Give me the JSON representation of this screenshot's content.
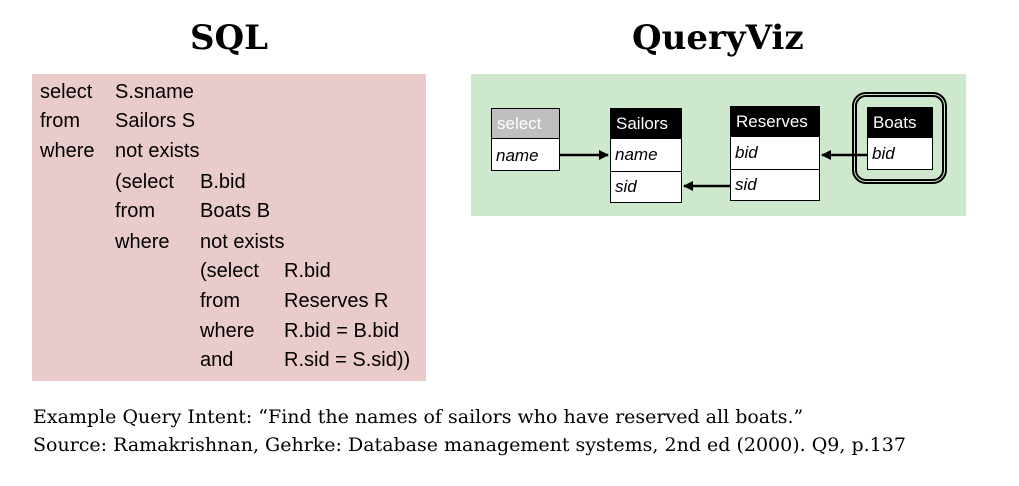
{
  "sql_heading": "SQL",
  "queryviz_heading": "QueryViz",
  "sql": {
    "rows": [
      [
        "select",
        "S.sname"
      ],
      [
        "from",
        "Sailors S"
      ],
      [
        "where",
        "not exists"
      ],
      [
        "(select",
        "B.bid"
      ],
      [
        "from",
        "Boats B"
      ],
      [
        "where",
        "not exists"
      ],
      [
        "(select",
        "R.bid"
      ],
      [
        "from",
        "Reserves R"
      ],
      [
        "where",
        "R.bid = B.bid"
      ],
      [
        "and",
        "R.sid = S.sid))"
      ]
    ]
  },
  "queryviz": {
    "select_table": {
      "title": "select",
      "attr": "name"
    },
    "sailors_table": {
      "title": "Sailors",
      "attrs": [
        "name",
        "sid"
      ]
    },
    "reserves_table": {
      "title": "Reserves",
      "attrs": [
        "bid",
        "sid"
      ]
    },
    "boats_table": {
      "title": "Boats",
      "attr": "bid"
    }
  },
  "caption": {
    "intent": "Example Query Intent: “Find the names of sailors who have reserved all boats.”",
    "source": "Source: Ramakrishnan, Gehrke: Database management systems, 2nd ed (2000). Q9, p.137"
  }
}
